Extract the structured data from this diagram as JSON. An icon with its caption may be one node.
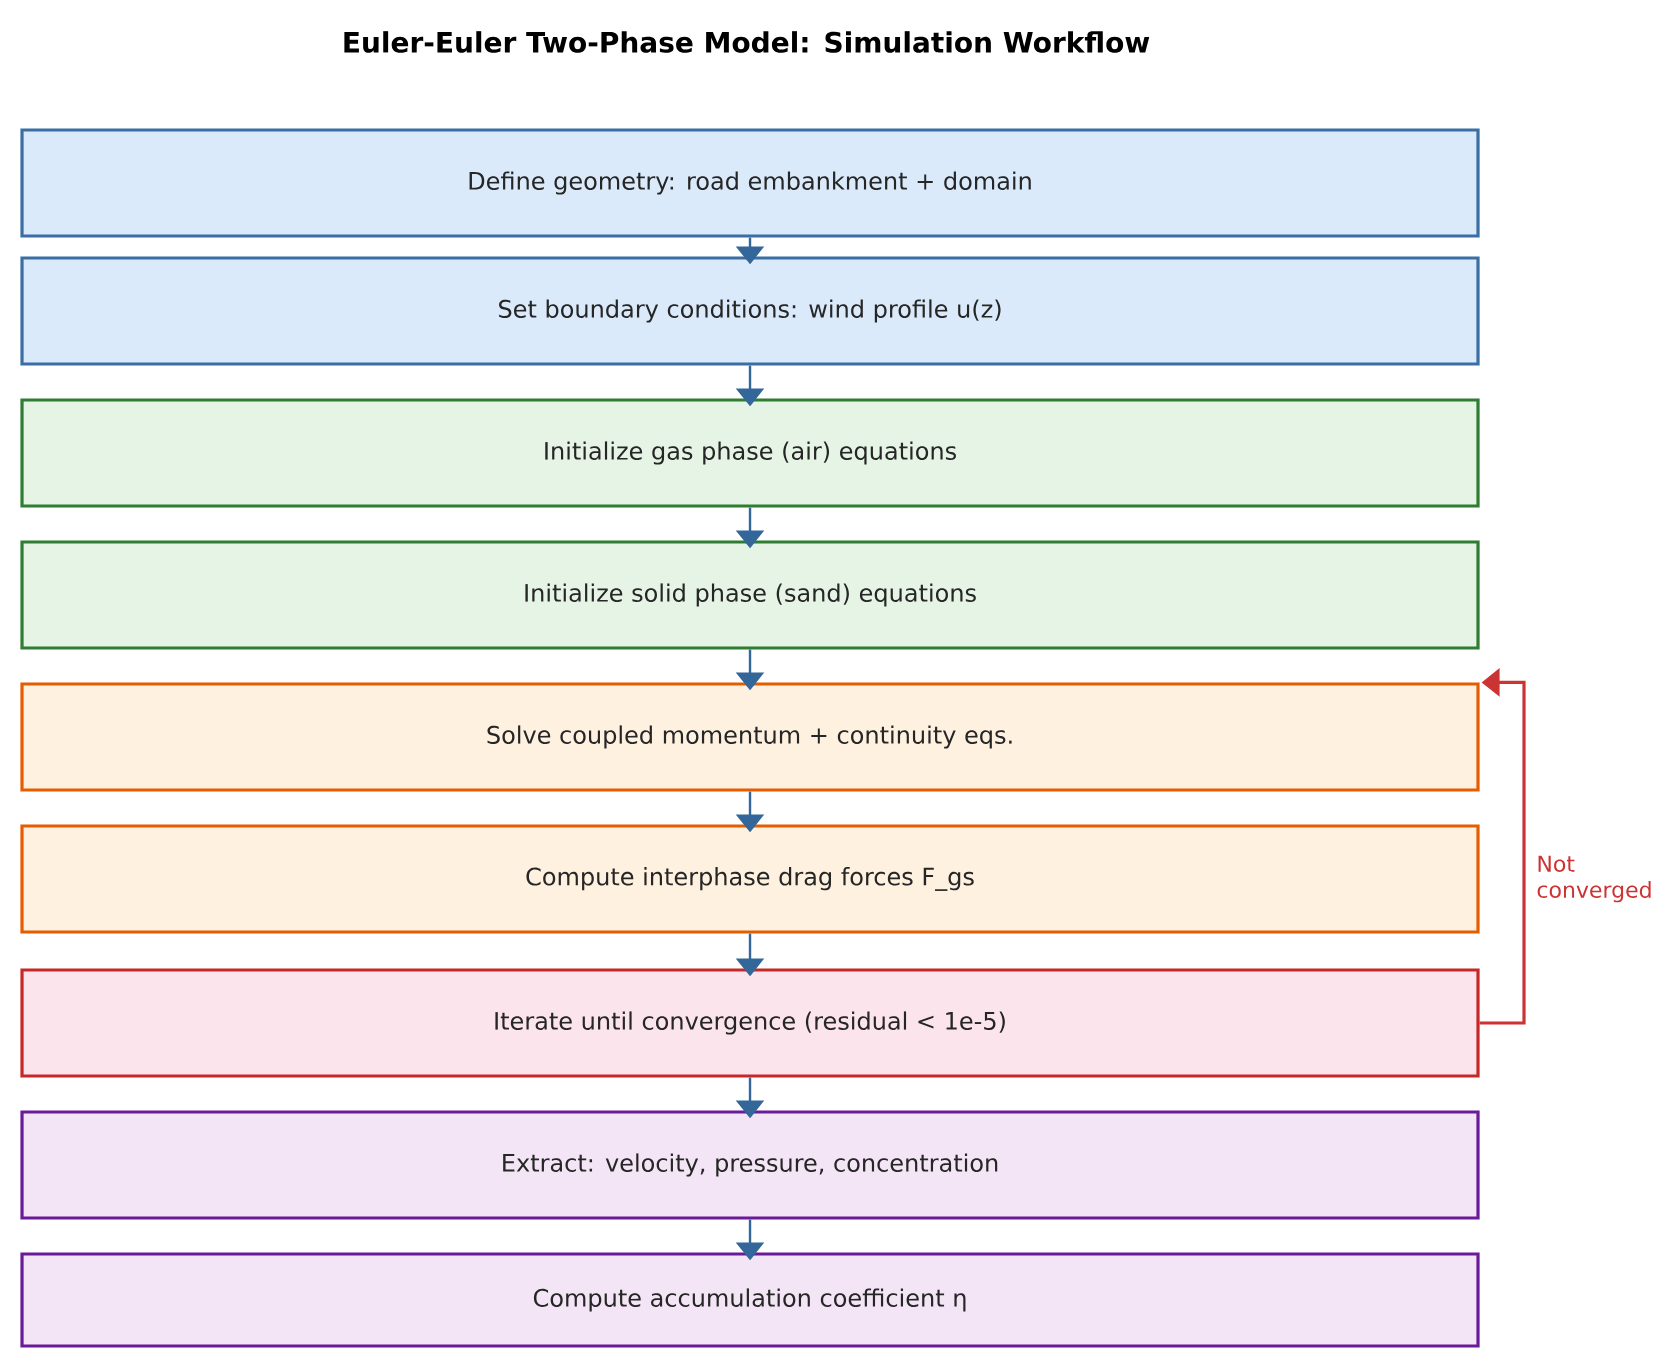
{
  "diagram": {
    "title": "Euler-Euler Two-Phase Model: Simulation Workflow",
    "nodes": [
      {
        "text": [
          "Define geometry: road embankment + domain"
        ]
      },
      {
        "text": [
          "Set boundary conditions: wind profile u(z)"
        ]
      },
      {
        "text": [
          "Initialize gas phase (air) equations"
        ]
      },
      {
        "text": [
          "Initialize solid phase (sand) equations"
        ]
      },
      {
        "text": [
          "Solve coupled momentum + continuity eqs."
        ]
      },
      {
        "text": [
          "Compute interphase drag forces F_gs"
        ]
      },
      {
        "text": [
          "Iterate until convergence (residual < 1e-5)"
        ]
      },
      {
        "text": [
          "Extract: velocity, pressure, concentration"
        ]
      },
      {
        "text": [
          "Compute accumulation coefficient η"
        ]
      }
    ],
    "edges": [
      {
        "from": 0,
        "to": 1,
        "arrow": "to"
      },
      {
        "from": 1,
        "to": 2,
        "arrow": "to"
      },
      {
        "from": 2,
        "to": 3,
        "arrow": "to"
      },
      {
        "from": 3,
        "to": 4,
        "arrow": "to"
      },
      {
        "from": 4,
        "to": 5,
        "arrow": "to"
      },
      {
        "from": 5,
        "to": 6,
        "arrow": "to"
      },
      {
        "from": 6,
        "to": 7,
        "arrow": "to"
      },
      {
        "from": 7,
        "to": 8,
        "arrow": "to"
      },
      {
        "from": 6,
        "to": 4,
        "arrow": "to",
        "label": "Not converged",
        "color": "#cc3333"
      }
    ]
  }
}
